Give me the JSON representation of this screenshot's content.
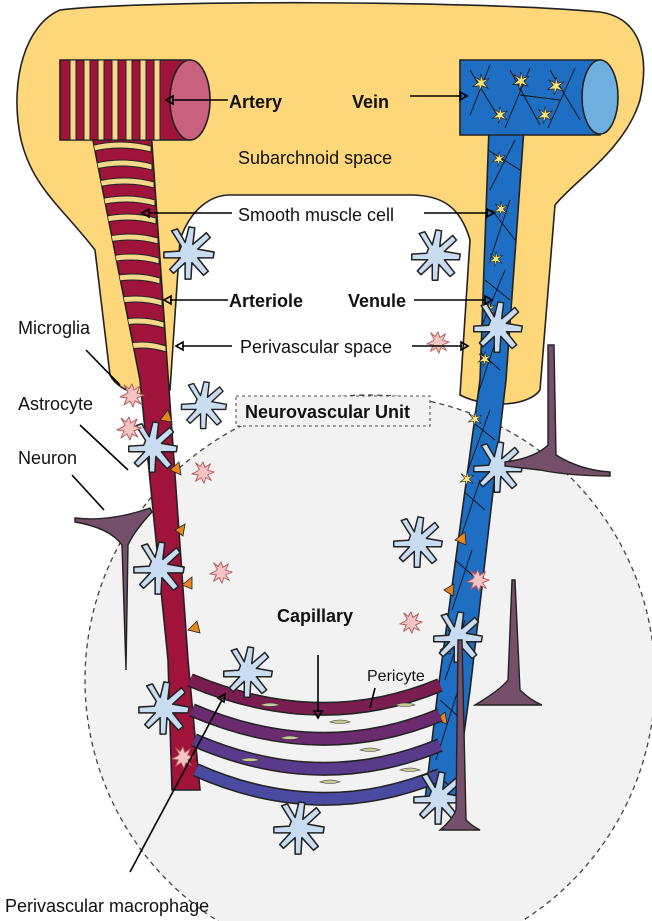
{
  "labels": {
    "artery": "Artery",
    "vein": "Vein",
    "subarachnoid": "Subarchnoid space",
    "smooth_muscle": "Smooth muscle cell",
    "arteriole": "Arteriole",
    "venule": "Venule",
    "microglia": "Microglia",
    "perivascular_space": "Perivascular space",
    "astrocyte": "Astrocyte",
    "nvu": "Neurovascular Unit",
    "neuron": "Neuron",
    "capillary": "Capillary",
    "pericyte": "Pericyte",
    "macrophage": "Perivascular macrophage"
  },
  "colors": {
    "csf_yellow": "#FDD77A",
    "artery_red": "#A0143C",
    "artery_cap": "#C9607E",
    "smooth_muscle_stripe": "#F5D88A",
    "vein_blue": "#1E6FC4",
    "vein_cap": "#6EAFE0",
    "astrocyte_fill": "#C9DDF2",
    "microglia_fill": "#F4C4C4",
    "neuron_fill": "#76506A",
    "pericyte_orange": "#E8861E",
    "nvu_background": "#F2F2F2"
  }
}
